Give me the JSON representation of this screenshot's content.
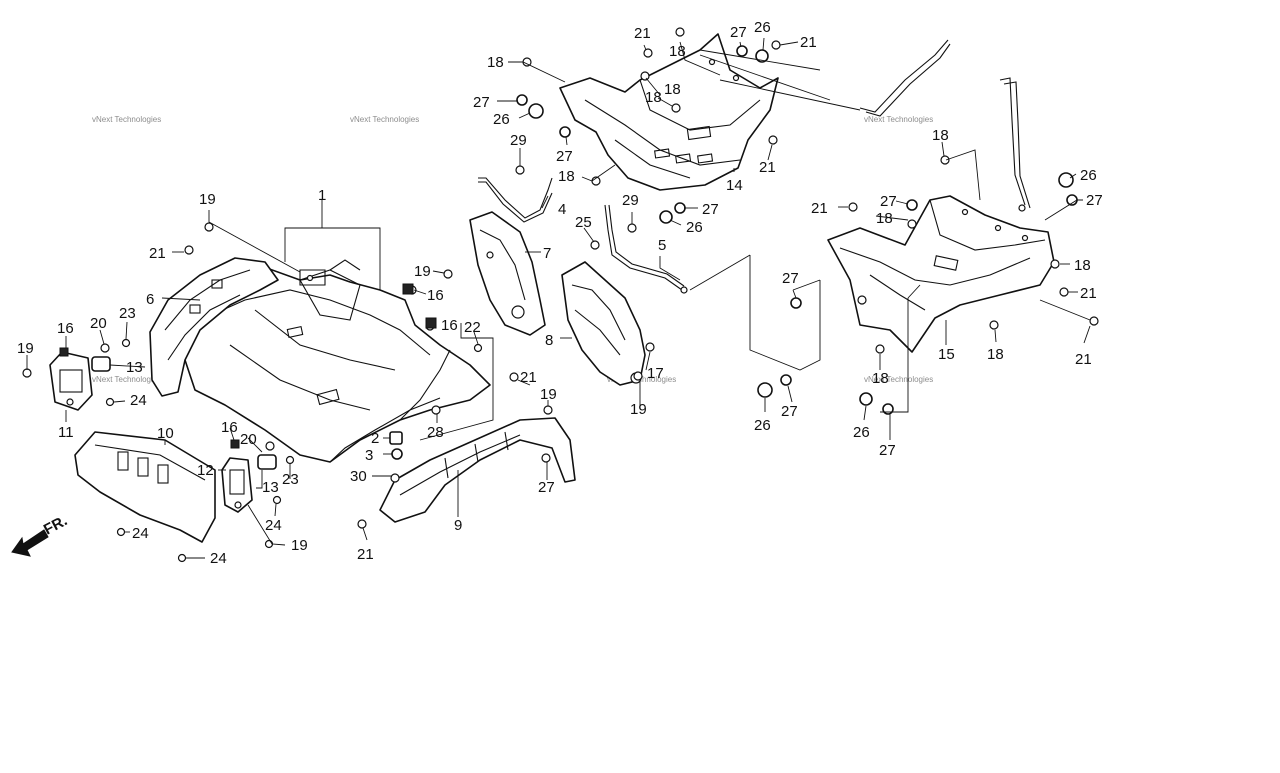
{
  "diagram": {
    "watermark_text": "vNext Technologies",
    "front_indicator": "FR.",
    "callout_numbers": [
      "1",
      "2",
      "3",
      "4",
      "5",
      "6",
      "7",
      "8",
      "9",
      "10",
      "11",
      "12",
      "13",
      "14",
      "15",
      "16",
      "17",
      "18",
      "19",
      "20",
      "21",
      "22",
      "23",
      "24",
      "25",
      "26",
      "27",
      "28",
      "29",
      "30"
    ]
  }
}
